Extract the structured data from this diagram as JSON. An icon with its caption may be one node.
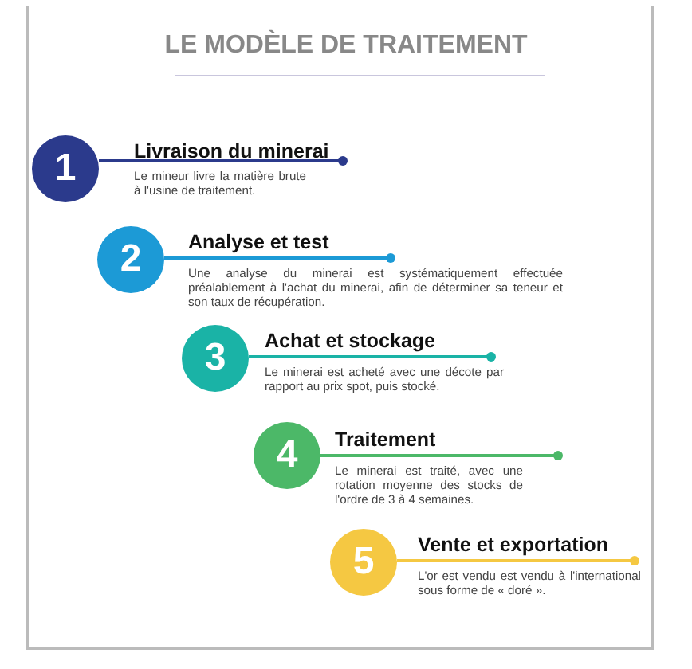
{
  "diagram": {
    "title": "LE MODÈLE DE TRAITEMENT",
    "nodes": [
      {
        "text": [
          "1"
        ],
        "beside": [
          "Livraison du minerai",
          "Le mineur livre la matière brute à l'usine de traitement."
        ]
      },
      {
        "text": [
          "2"
        ],
        "beside": [
          "Analyse et test",
          "Une analyse du minerai est systématiquement effectuée préalablement à l'achat du minerai, afin de déterminer sa teneur et son taux de récupération."
        ]
      },
      {
        "text": [
          "3"
        ],
        "beside": [
          "Achat et stockage",
          "Le minerai est acheté avec une décote par rapport au prix spot, puis stocké."
        ]
      },
      {
        "text": [
          "4"
        ],
        "beside": [
          "Traitement",
          "Le minerai est traité, avec une rotation moyenne des stocks de l'ordre de 3 à 4 semaines."
        ]
      },
      {
        "text": [
          "5"
        ],
        "beside": [
          "Vente et exportation",
          "L'or est vendu est vendu à l'international sous forme de « doré »."
        ]
      }
    ],
    "edges": []
  }
}
